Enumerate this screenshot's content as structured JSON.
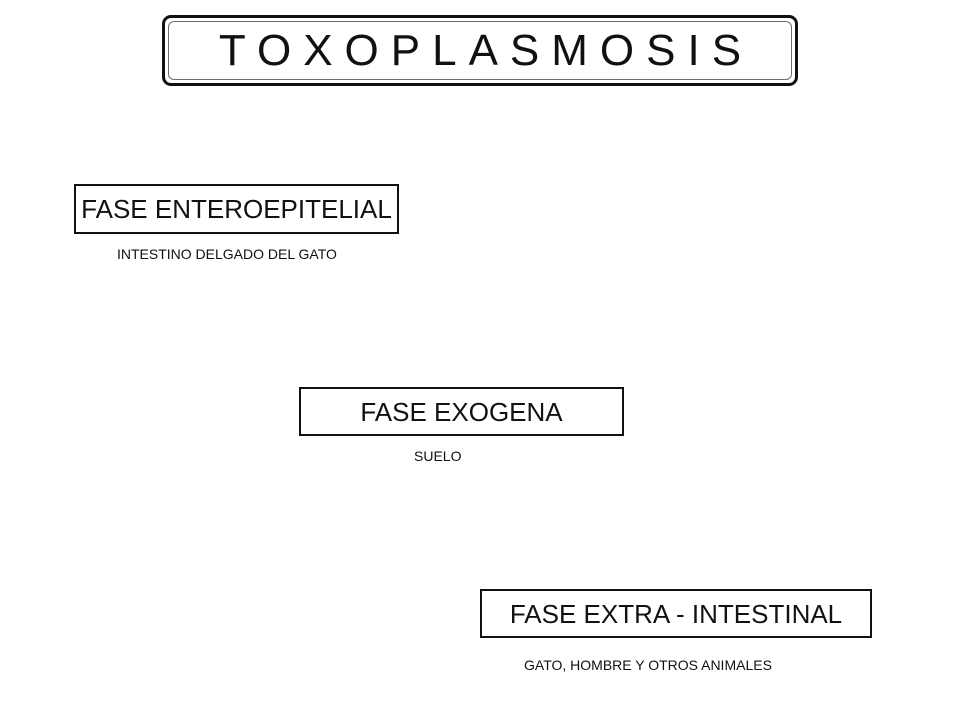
{
  "title": "TOXOPLASMOSIS",
  "phases": [
    {
      "label": "FASE ENTEROEPITELIAL",
      "note": "INTESTINO DELGADO DEL GATO"
    },
    {
      "label": "FASE EXOGENA",
      "note": "SUELO"
    },
    {
      "label": "FASE EXTRA - INTESTINAL",
      "note": "GATO, HOMBRE Y OTROS  ANIMALES"
    }
  ],
  "colors": {
    "border": "#111111",
    "background": "#ffffff",
    "text": "#111111"
  }
}
